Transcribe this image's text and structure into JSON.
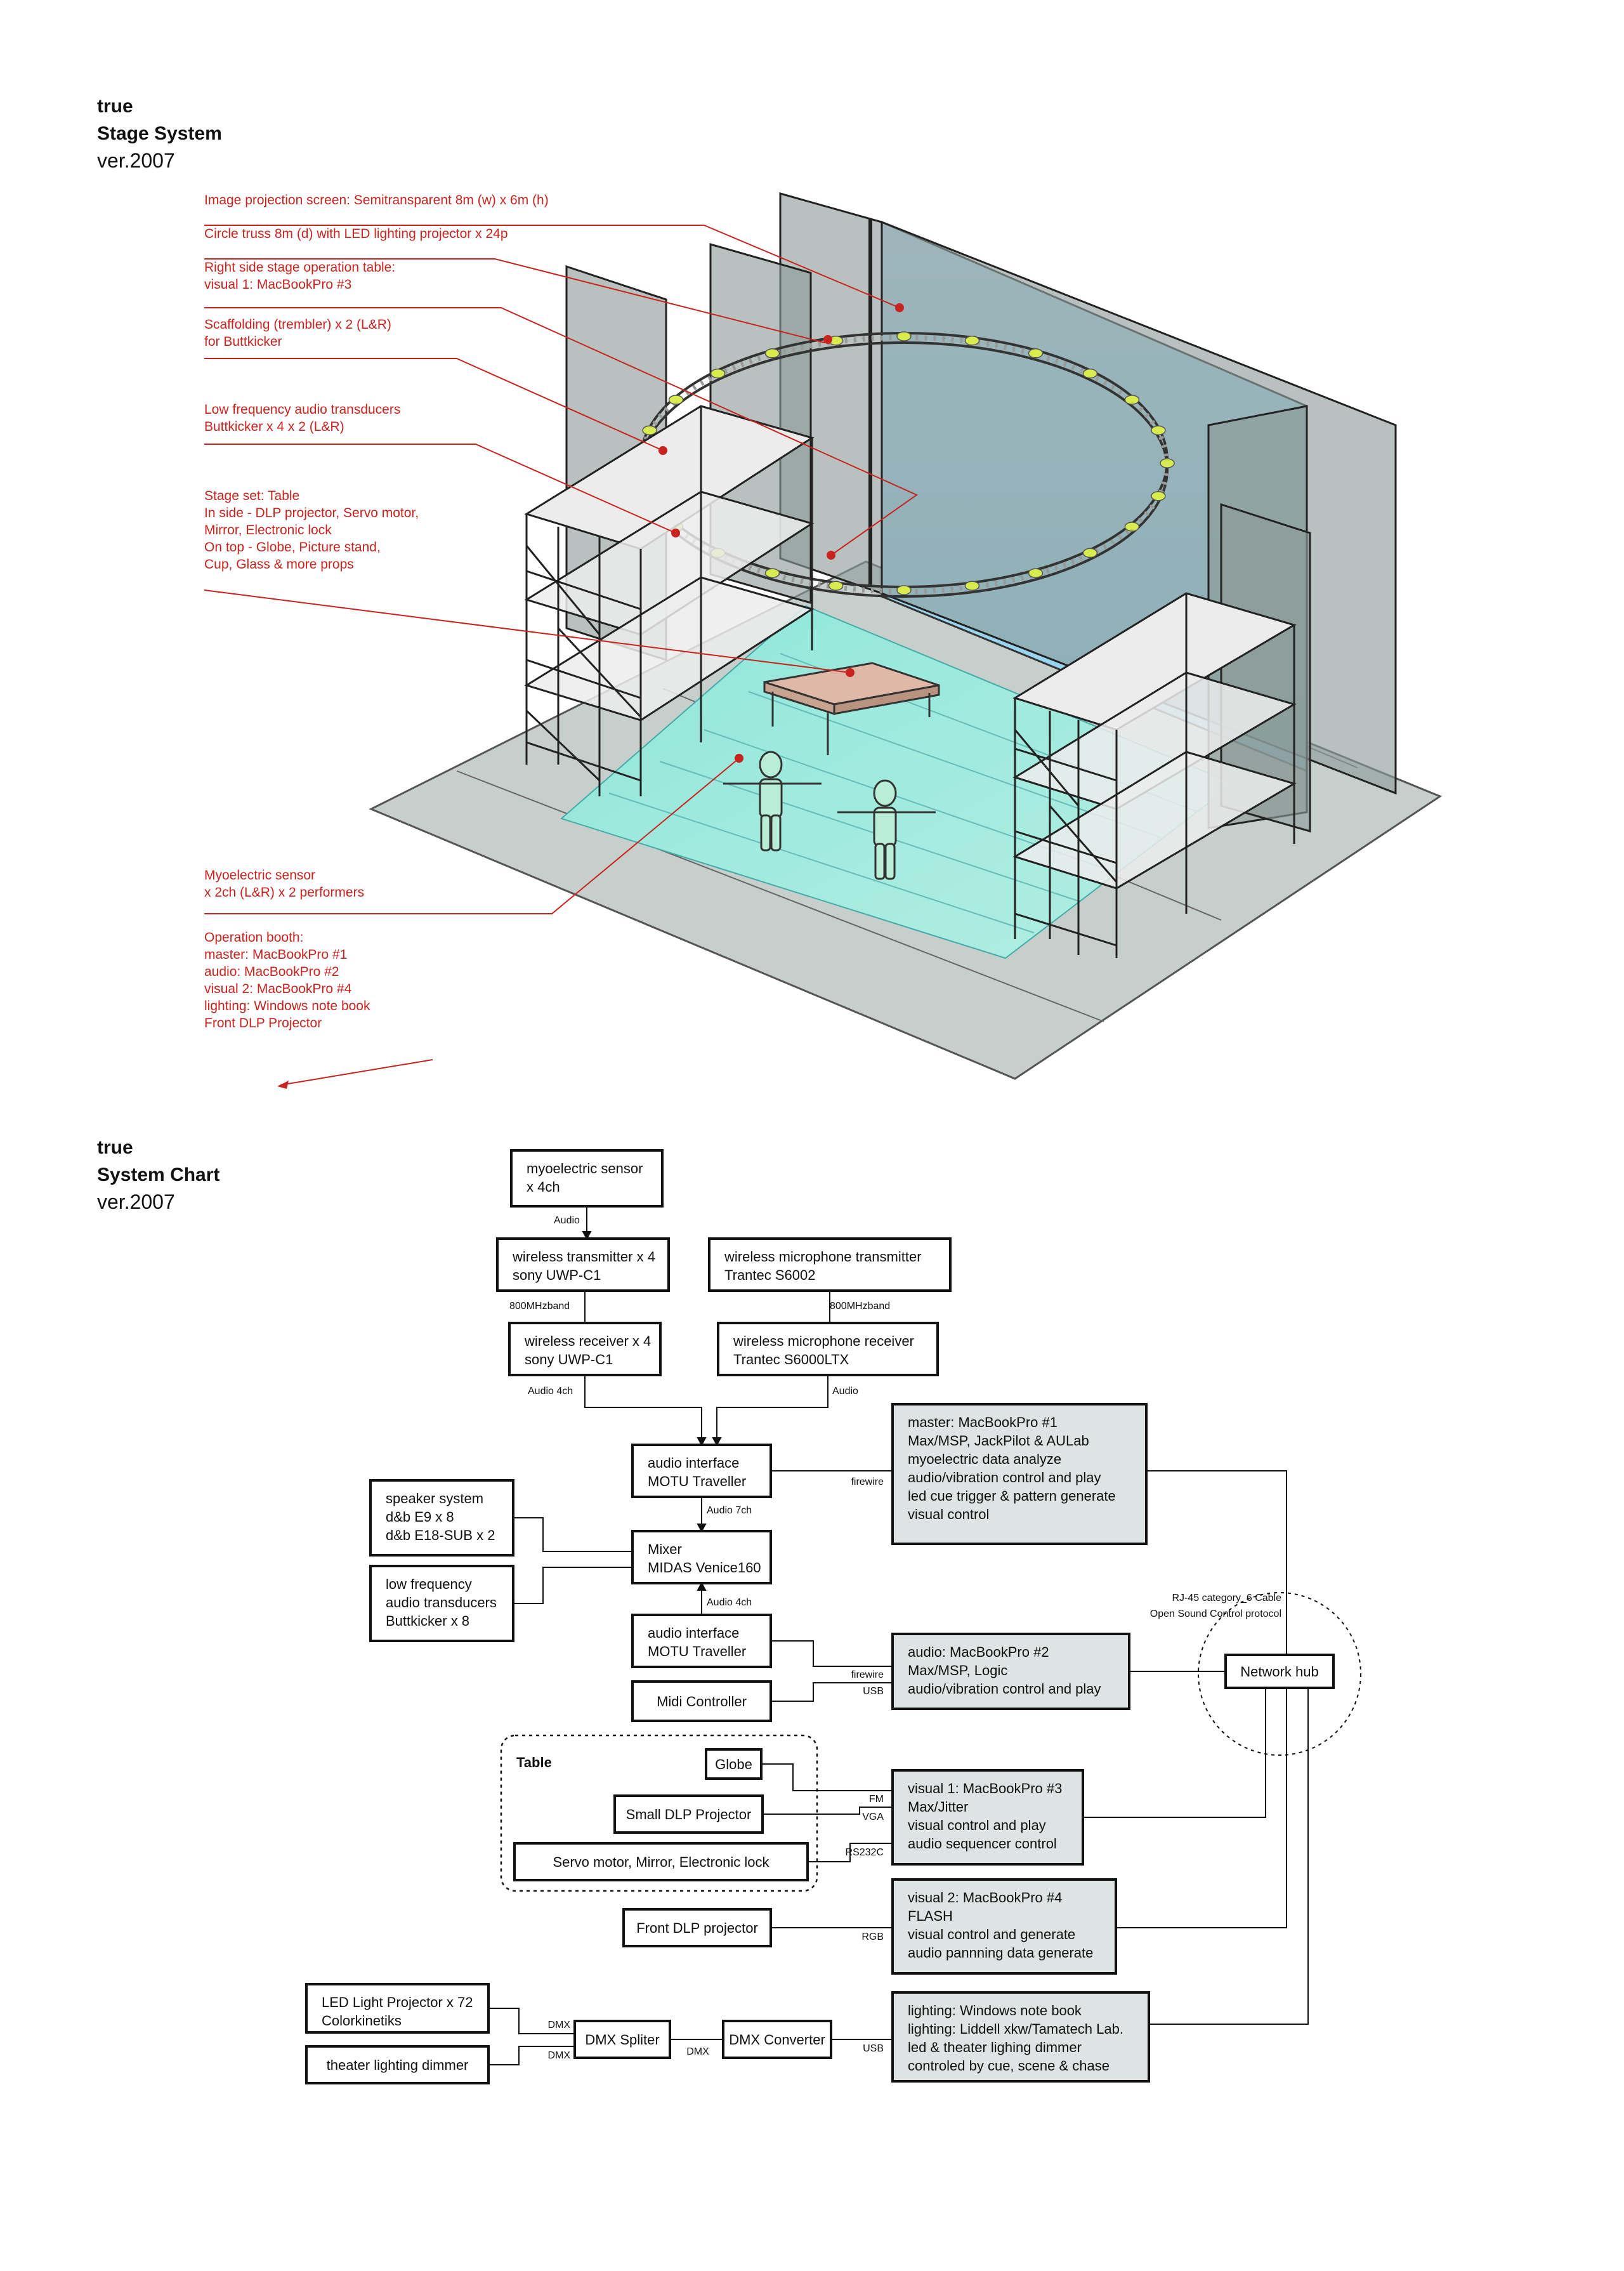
{
  "stage": {
    "brand": "true",
    "title": "Stage System",
    "version": "ver.2007",
    "annotations": [
      [
        "Image projection screen: Semitransparent  8m (w) x 6m (h)"
      ],
      [
        "Circle truss 8m (d) with LED lighting projector x 24p"
      ],
      [
        "Right side stage operation table:",
        "visual 1: MacBookPro #3"
      ],
      [
        "Scaffolding (trembler) x 2 (L&R)",
        "for Buttkicker"
      ],
      [
        "Low frequency audio transducers",
        "Buttkicker x 4 x 2 (L&R)"
      ],
      [
        "Stage set: Table",
        "In side - DLP projector, Servo motor,",
        "              Mirror, Electronic lock",
        "On top - Globe, Picture stand,",
        "              Cup, Glass & more props"
      ],
      [
        "Myoelectric sensor",
        " x 2ch (L&R) x 2 performers"
      ],
      [
        "Operation booth:",
        "master: MacBookPro #1",
        "audio: MacBookPro #2",
        "visual 2: MacBookPro #4",
        "lighting: Windows note book",
        "Front DLP Projector"
      ]
    ]
  },
  "system": {
    "brand": "true",
    "title": "System Chart",
    "version": "ver.2007",
    "boxes": {
      "myo": [
        "myoelectric sensor",
        "x 4ch"
      ],
      "wtx": [
        "wireless transmitter x 4",
        "sony UWP-C1"
      ],
      "wmtx": [
        "wireless microphone transmitter",
        "Trantec S6002"
      ],
      "wrx": [
        "wireless receiver x 4",
        "sony UWP-C1"
      ],
      "wmrx": [
        "wireless microphone receiver",
        "Trantec S6000LTX"
      ],
      "ai1": [
        "audio interface",
        "MOTU Traveller"
      ],
      "master": [
        "master: MacBookPro #1",
        "Max/MSP, JackPilot & AULab",
        "myoelectric data analyze",
        "audio/vibration control and play",
        "led cue trigger & pattern  generate",
        "visual control"
      ],
      "spk": [
        "speaker system",
        "d&b E9 x 8",
        "d&b E18-SUB x 2"
      ],
      "mixer": [
        "Mixer",
        "MIDAS Venice160"
      ],
      "lfat": [
        "low frequency",
        "audio transducers",
        "Buttkicker x 8"
      ],
      "ai2": [
        "audio interface",
        "MOTU Traveller"
      ],
      "audio2": [
        "audio: MacBookPro #2",
        "Max/MSP, Logic",
        "audio/vibration control and play"
      ],
      "midi": [
        "Midi Controller"
      ],
      "hub": [
        "Network hub"
      ],
      "globe": [
        "Globe"
      ],
      "sdlp": [
        "Small DLP Projector"
      ],
      "servo": [
        "Servo motor, Mirror, Electronic lock"
      ],
      "visual1": [
        "visual 1: MacBookPro #3",
        "Max/Jitter",
        "visual control and play",
        "audio sequencer control"
      ],
      "fdlp": [
        "Front DLP projector"
      ],
      "visual2": [
        "visual 2: MacBookPro #4",
        "FLASH",
        "visual control and generate",
        "audio pannning data generate"
      ],
      "led": [
        "LED Light Projector x 72",
        "Colorkinetiks"
      ],
      "dimmer": [
        "theater lighting dimmer"
      ],
      "dmxs": [
        "DMX Spliter"
      ],
      "dmxc": [
        "DMX Converter"
      ],
      "lighting": [
        "lighting: Windows note book",
        "lighting: Liddell xkw/Tamatech Lab.",
        "led & theater lighing dimmer",
        "controled by cue, scene & chase"
      ]
    },
    "table_group_label": "Table",
    "network_note": [
      "RJ-45 category_6 Cable",
      "Open Sound Control protocol"
    ],
    "line_labels": {
      "audio1": "Audio",
      "band1": "800MHzband",
      "band2": "800MHzband",
      "audio4ch": "Audio 4ch",
      "audio2": "Audio",
      "firewire1": "firewire",
      "audio7ch": "Audio 7ch",
      "audio4ch2": "Audio 4ch",
      "firewire2": "firewire",
      "usb1": "USB",
      "fm": "FM",
      "vga": "VGA",
      "rs232c": "RS232C",
      "rgb": "RGB",
      "dmx1": "DMX",
      "dmx2": "DMX",
      "dmx3": "DMX",
      "usb2": "USB"
    }
  }
}
